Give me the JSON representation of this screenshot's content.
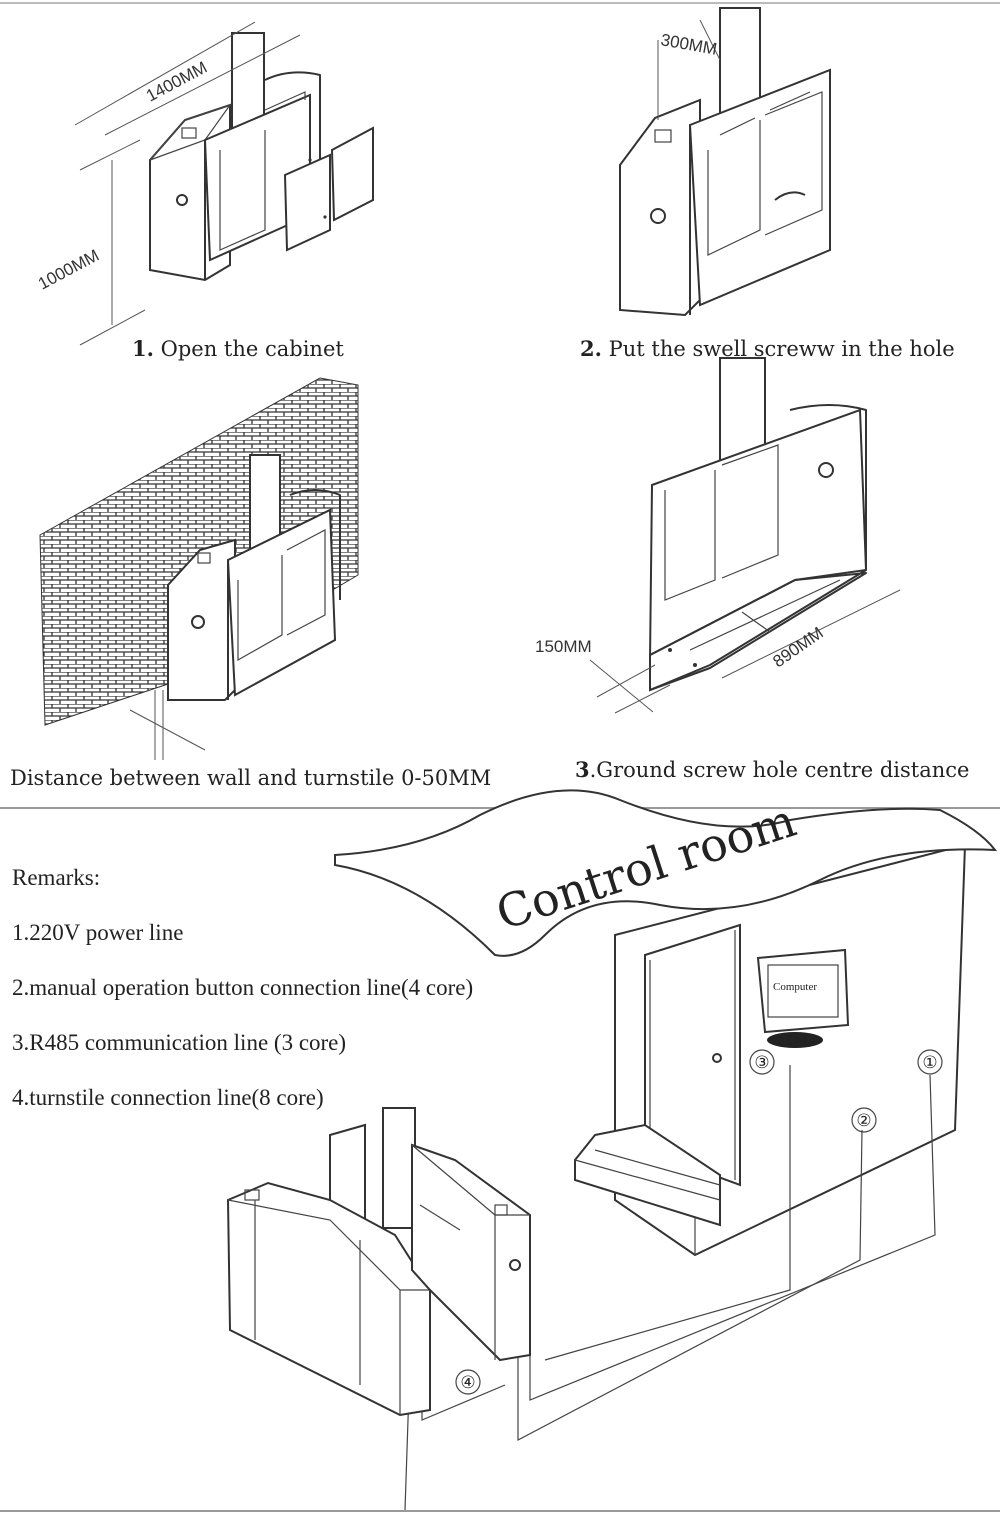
{
  "steps": {
    "step1": {
      "number": "1.",
      "caption": "Open the cabinet",
      "dim_length": "1400MM",
      "dim_height": "1000MM"
    },
    "step2": {
      "number": "2.",
      "caption": "Put the swell screww in the hole",
      "dim_width": "300MM"
    },
    "wall": {
      "caption": "Distance between wall and turnstile 0-50MM"
    },
    "step3": {
      "number": "3",
      "caption": ".Ground screw hole centre distance",
      "dim_side": "150MM",
      "dim_length": "890MM"
    }
  },
  "wiring": {
    "remarks_title": "Remarks:",
    "remarks": [
      "1.220V power line",
      "2.manual operation button connection line(4 core)",
      "3.R485 communication line (3 core)",
      "4.turnstile connection line(8 core)"
    ],
    "control_room_label": "Control room",
    "computer_label": "Computer",
    "markers": [
      "①",
      "②",
      "③",
      "④"
    ]
  }
}
